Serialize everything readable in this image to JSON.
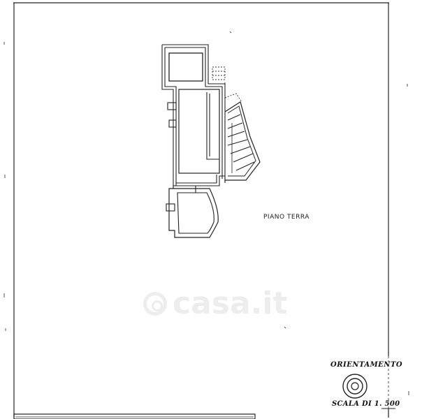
{
  "sheet": {
    "floor_label": "PIANO TERRA",
    "watermark": "casa.it",
    "orientation_title": "ORIENTAMENTO",
    "scale_text": "SCALA DI 1. 500",
    "watermark_icon": "house-logo-icon",
    "compass_icon": "compass-rose-icon"
  }
}
